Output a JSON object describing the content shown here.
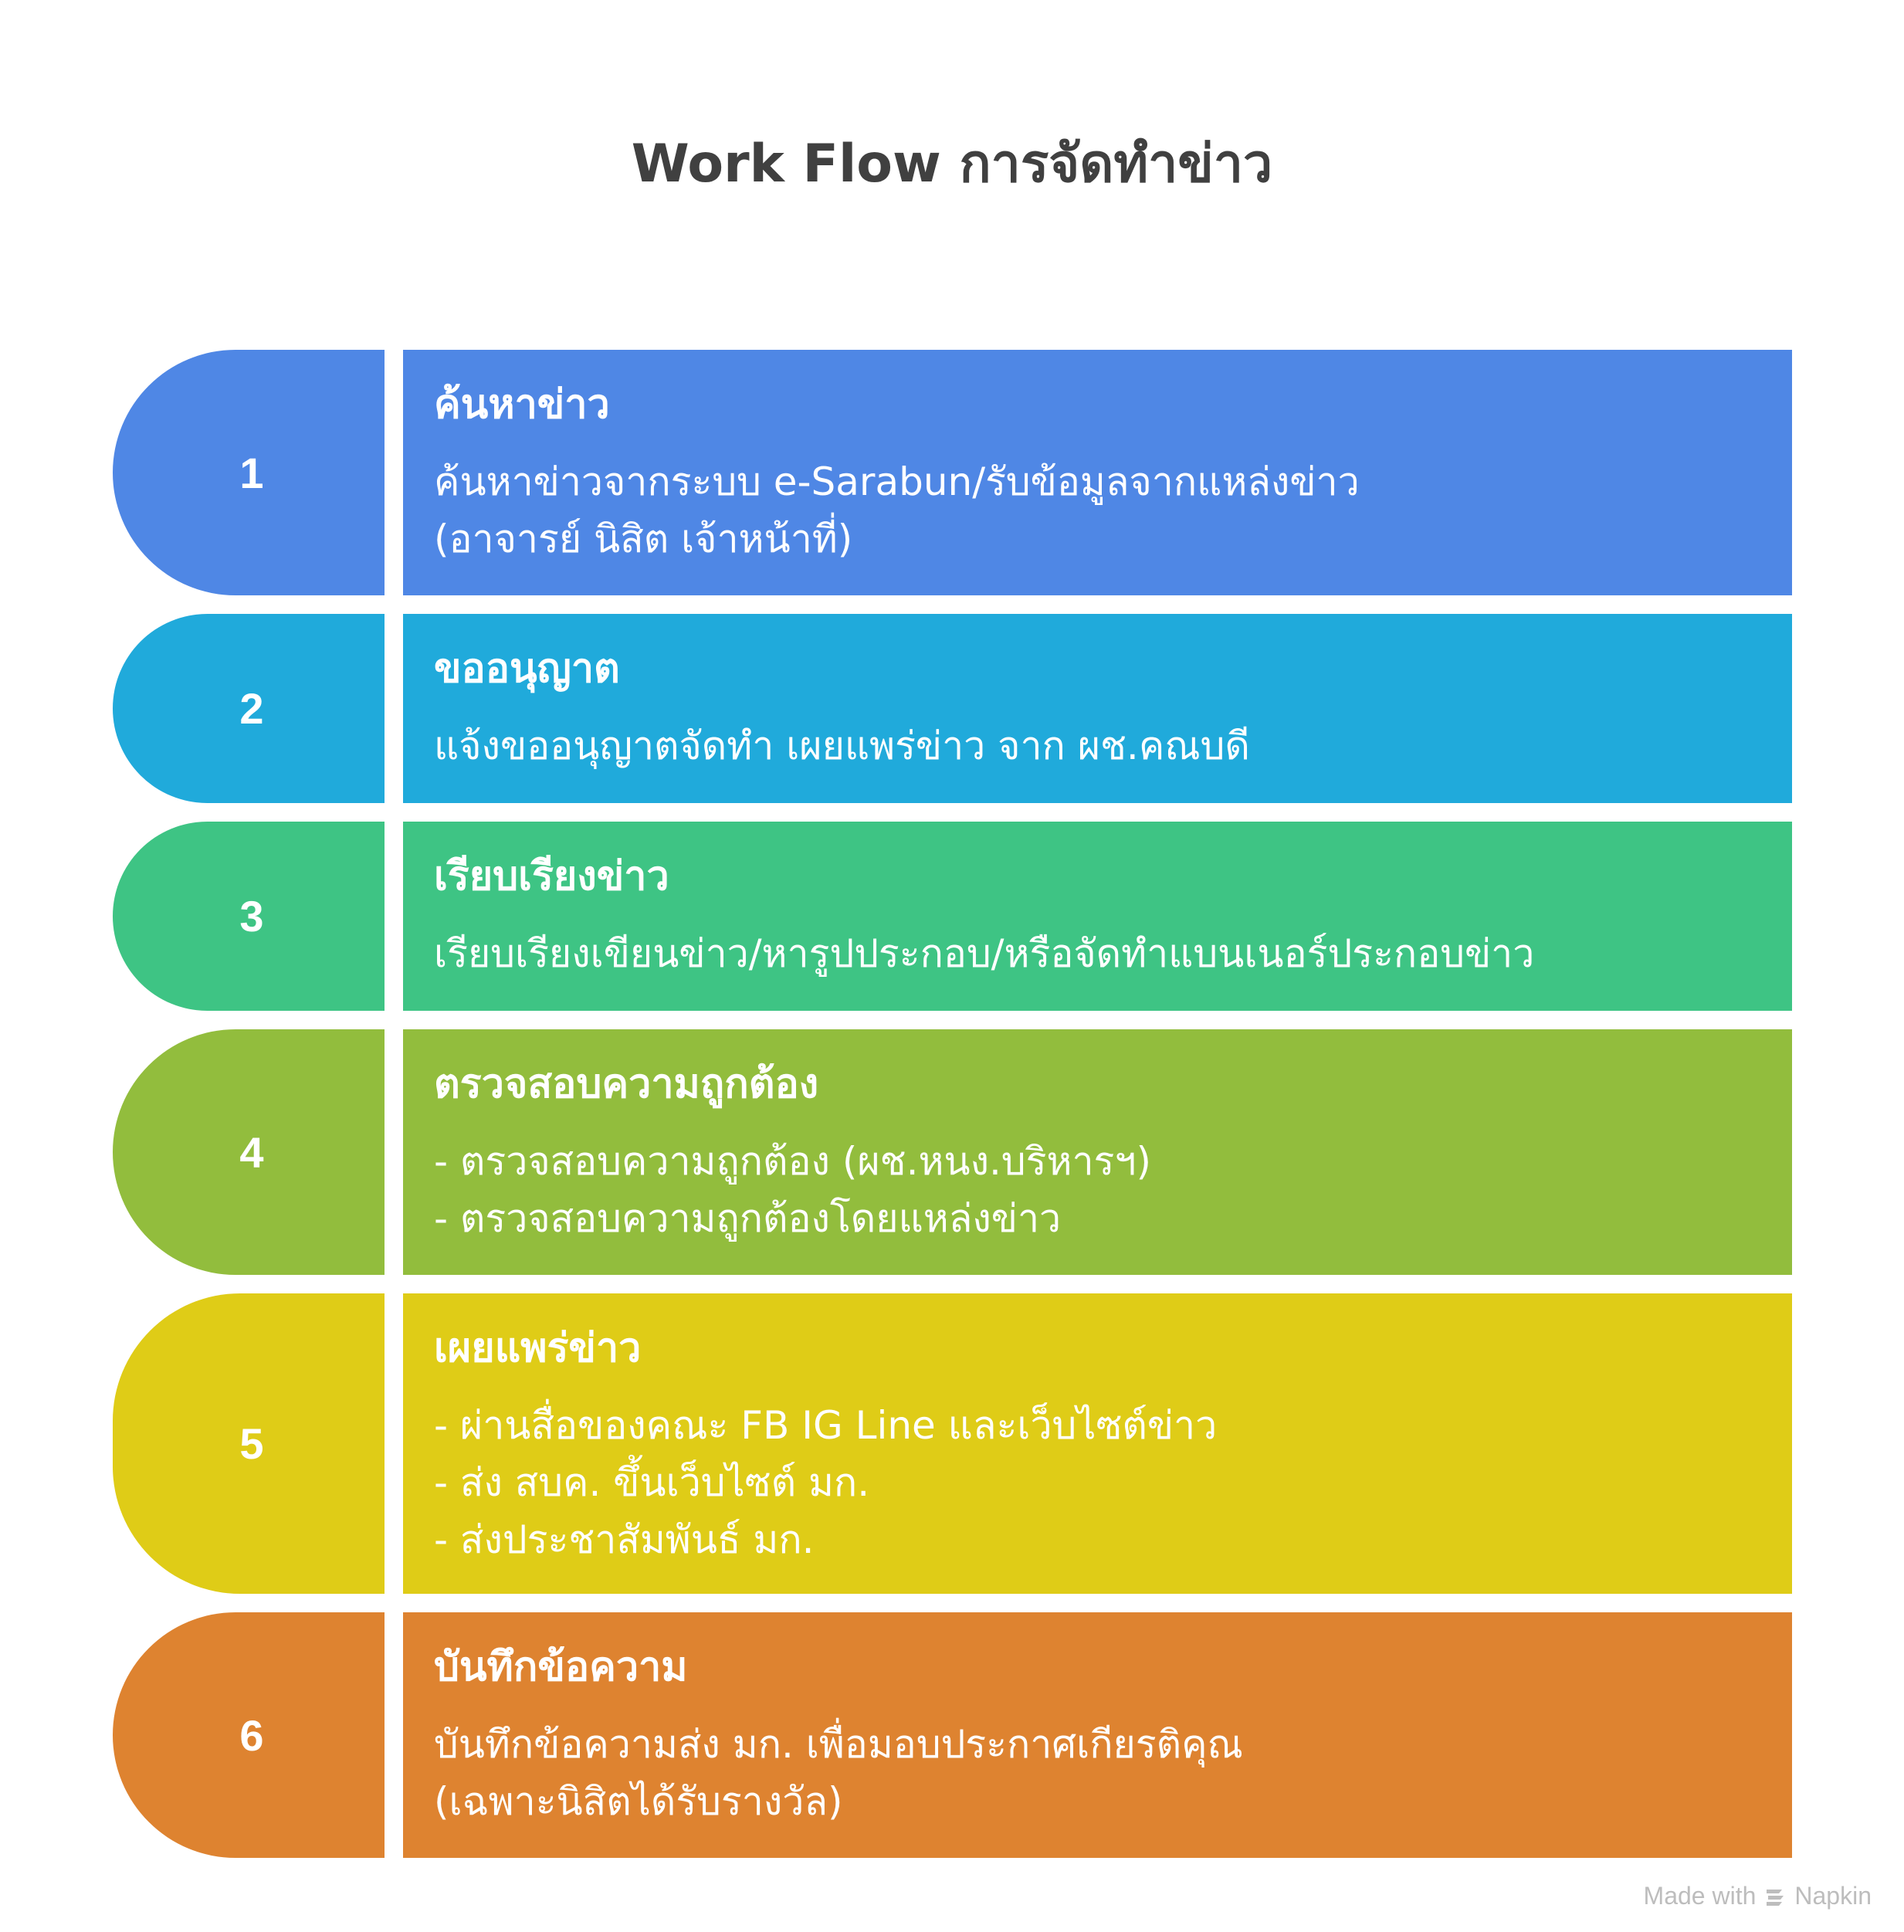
{
  "title": "Work Flow การจัดทำข่าว",
  "steps": [
    {
      "number": "1",
      "title": "ค้นหาข่าว",
      "lines": [
        "ค้นหาข่าวจากระบบ e-Sarabun/รับข้อมูลจากแหล่งข่าว",
        "(อาจารย์ นิสิต เจ้าหน้าที่)"
      ],
      "color": "#4f87e5"
    },
    {
      "number": "2",
      "title": "ขออนุญาต",
      "lines": [
        "แจ้งขออนุญาตจัดทำ เผยแพร่ข่าว จาก ผช.คณบดี"
      ],
      "color": "#20aadb"
    },
    {
      "number": "3",
      "title": "เรียบเรียงข่าว",
      "lines": [
        "เรียบเรียงเขียนข่าว/หารูปประกอบ/หรือจัดทำแบนเนอร์ประกอบข่าว"
      ],
      "color": "#3ec484"
    },
    {
      "number": "4",
      "title": "ตรวจสอบความถูกต้อง",
      "lines": [
        "- ตรวจสอบความถูกต้อง (ผช.หนง.บริหารฯ)",
        "- ตรวจสอบความถูกต้องโดยแหล่งข่าว"
      ],
      "color": "#92bd3d"
    },
    {
      "number": "5",
      "title": "เผยแพร่ข่าว",
      "lines": [
        "- ผ่านสื่อของคณะ FB IG Line และเว็บไซต์ข่าว",
        "- ส่ง สบค. ขึ้นเว็บไซต์ มก.",
        "- ส่งประชาสัมพันธ์ มก."
      ],
      "color": "#dfcc17"
    },
    {
      "number": "6",
      "title": "บันทึกข้อความ",
      "lines": [
        "บันทึกข้อความส่ง มก. เพื่อมอบประกาศเกียรติคุณ",
        "(เฉพาะนิสิตได้รับรางวัล)"
      ],
      "color": "#de8330"
    }
  ],
  "watermark": {
    "prefix": "Made with",
    "brand": "Napkin",
    "icon": "napkin-logo-icon",
    "color": "#bdbdbd"
  }
}
